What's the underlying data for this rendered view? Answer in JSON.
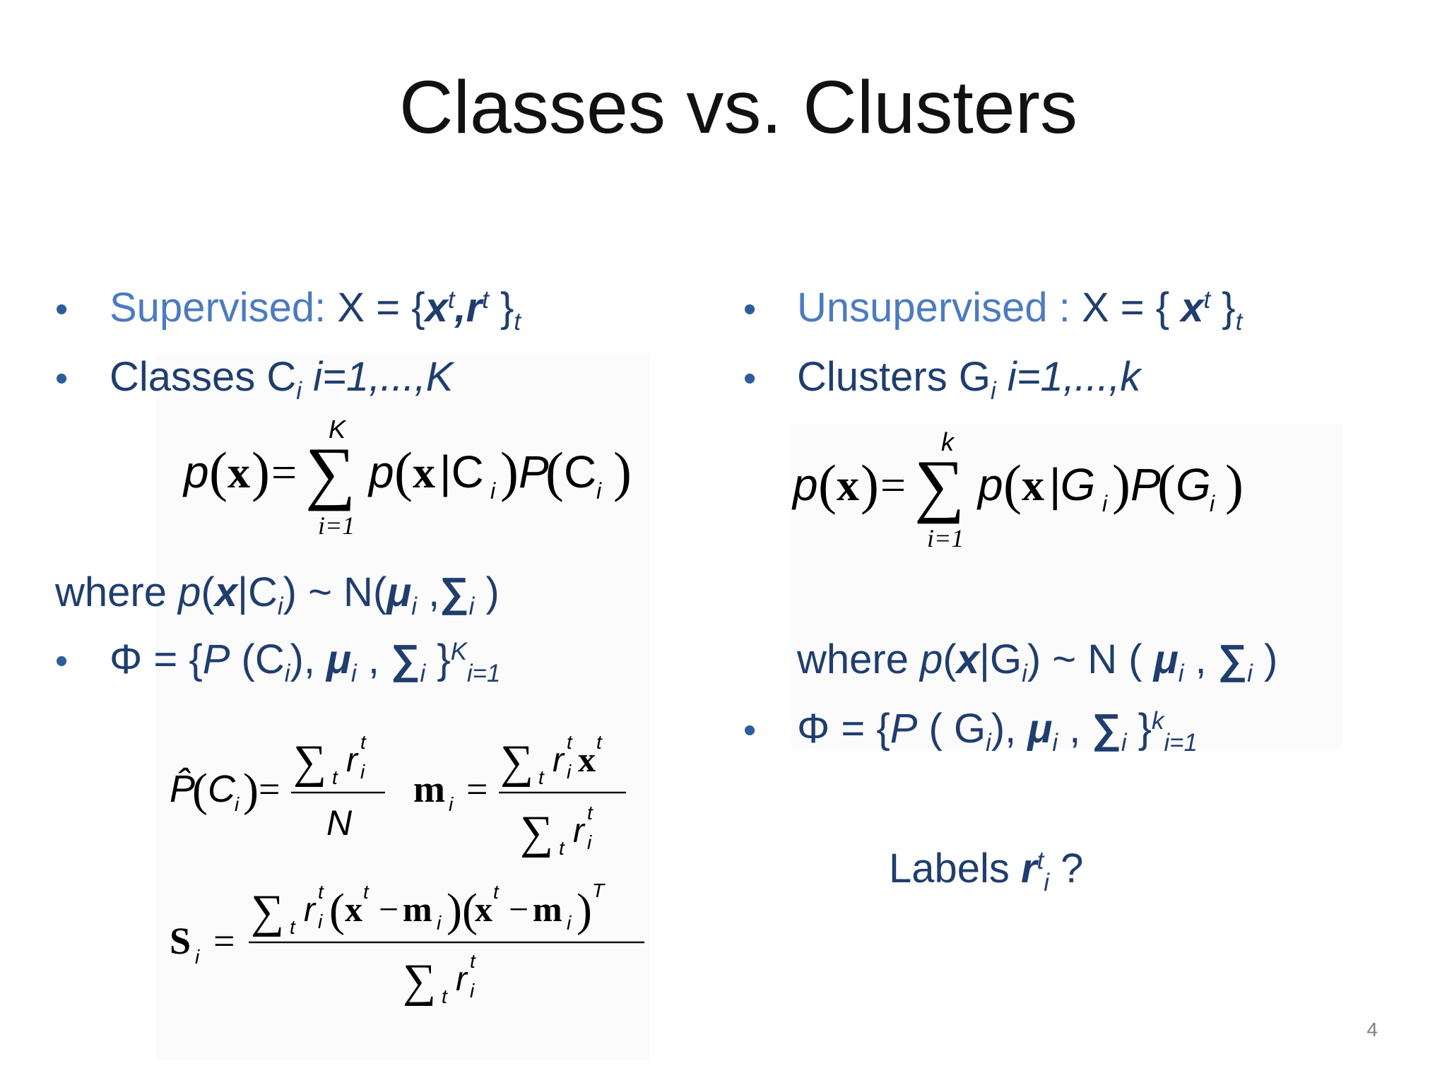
{
  "slide": {
    "title": "Classes vs. Clusters",
    "page_number": "4"
  },
  "left": {
    "b1": {
      "label": "Supervised:",
      "text": " X = {",
      "x": "x",
      "xsup": "t",
      "comma": ",",
      "r": "r",
      "rsup": "t",
      "close": " }",
      "sub": "t"
    },
    "b2": {
      "label": "Classes C",
      "sub": "i",
      "text": " i=1,...,K"
    },
    "eq1": {
      "lhs": "p(x)",
      "sum_top": "K",
      "sum_bottom": "i=1",
      "rhs": "p(x|C",
      "rhs_sub": "i",
      "rhs2": ")P(C",
      "rhs2_sub": "i",
      "rhs3": ")"
    },
    "where": {
      "pre": "where ",
      "p": "p",
      "paren": "(",
      "x": "x",
      "bar": "|C",
      "sub": "i",
      "rest": ") ~ N(",
      "mu": "μ",
      "mu_sub": "i",
      "comma": " ,",
      "sigma": "∑",
      "sigma_sub": "i",
      "end": " )"
    },
    "b3": {
      "phi": "Φ = {",
      "P": "P",
      "p1": " (C",
      "p1_sub": "i",
      "p2": "), ",
      "mu": "μ",
      "mu_sub": "i",
      "p3": " , ",
      "sigma": "∑",
      "sigma_sub": "i",
      "p4": " }",
      "sup": "K",
      "sub": "i=1"
    },
    "est": {
      "phat": "P̂(C",
      "phat_sub": "i",
      "phat_close": ")=",
      "num1": "∑",
      "num1_sub": "t",
      "num1_r": "r",
      "num1_rsup": "t",
      "num1_rsub": "i",
      "den1": "N",
      "m": "m",
      "m_sub": "i",
      "eq": "=",
      "S": "S",
      "S_sub": "i",
      "T": "T",
      "x": "x",
      "minus": "−"
    }
  },
  "right": {
    "b1": {
      "label": "Unsupervised :",
      "text": " X = { ",
      "x": "x",
      "xsup": "t",
      "close": " }",
      "sub": "t"
    },
    "b2": {
      "label": "Clusters G",
      "sub": "i",
      "text": " i=1,...,k"
    },
    "eq1": {
      "lhs": "p(x)",
      "sum_top": "k",
      "sum_bottom": "i=1",
      "rhs": "p(x|G",
      "rhs_sub": "i",
      "rhs2": ")P(G",
      "rhs2_sub": "i",
      "rhs3": ")"
    },
    "where": {
      "pre": "where ",
      "p": "p",
      "paren": "(",
      "x": "x",
      "bar": "|G",
      "sub": "i",
      "rest": ") ~ N ( ",
      "mu": "μ",
      "mu_sub": "i",
      "comma": " , ",
      "sigma": "∑",
      "sigma_sub": "i",
      "end": " )"
    },
    "b3": {
      "phi": "Φ = {",
      "P": "P",
      "p1": " ( G",
      "p1_sub": "i",
      "p2": "), ",
      "mu": "μ",
      "mu_sub": "i",
      "p3": " , ",
      "sigma": "∑",
      "sigma_sub": "i",
      "p4": " }",
      "sup": "k",
      "sub": "i=1"
    },
    "labels": {
      "text": "Labels ",
      "r": "r",
      "rsup": "t",
      "rsub": "i",
      "q": " ?"
    }
  },
  "bullet_char": "•",
  "colors": {
    "accent_light": "#4b7bc0",
    "accent_dark": "#1f3e6e",
    "title": "#111111",
    "page_number": "#7f7f7f"
  }
}
